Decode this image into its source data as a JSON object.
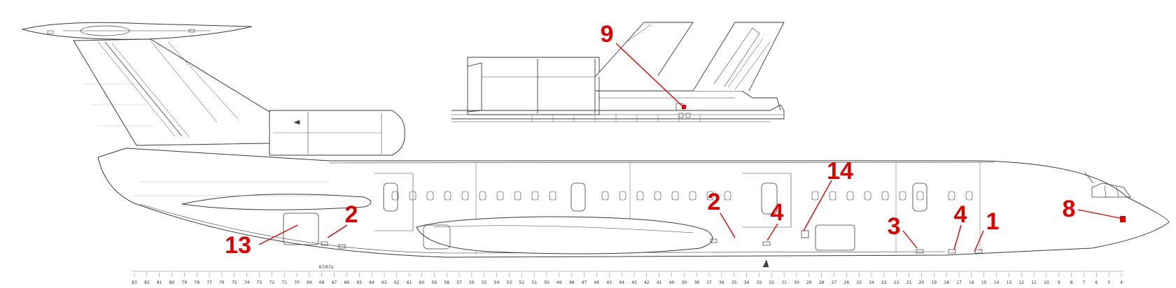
{
  "diagram": {
    "frame_labels": [
      "83",
      "82",
      "81",
      "80",
      "79",
      "78",
      "77",
      "76",
      "75",
      "74",
      "73",
      "72",
      "71",
      "70",
      "69",
      "68",
      "67",
      "66",
      "65",
      "64",
      "63",
      "62",
      "61",
      "60",
      "59",
      "58",
      "57",
      "56",
      "55",
      "54",
      "53",
      "52",
      "51",
      "50",
      "49",
      "48",
      "47",
      "46",
      "45",
      "44",
      "43",
      "42",
      "41",
      "40",
      "39",
      "38",
      "37",
      "36",
      "35",
      "34",
      "33",
      "32",
      "31",
      "30",
      "29",
      "28",
      "27",
      "26",
      "25",
      "24",
      "23",
      "22",
      "21",
      "20",
      "19",
      "18",
      "17",
      "16",
      "15",
      "14",
      "13",
      "12",
      "11",
      "10",
      "9",
      "8",
      "7",
      "6",
      "5",
      "4"
    ],
    "aux_label": "67/67a",
    "callouts": [
      {
        "id": "c1",
        "label": "1"
      },
      {
        "id": "c2a",
        "label": "2"
      },
      {
        "id": "c2b",
        "label": "2"
      },
      {
        "id": "c3",
        "label": "3"
      },
      {
        "id": "c4a",
        "label": "4"
      },
      {
        "id": "c4b",
        "label": "4"
      },
      {
        "id": "c8",
        "label": "8"
      },
      {
        "id": "c9",
        "label": "9"
      },
      {
        "id": "c13",
        "label": "13"
      },
      {
        "id": "c14",
        "label": "14"
      }
    ],
    "colors": {
      "line": "#3a3a3a",
      "callout": "#e00000",
      "grid": "#bdbdbd"
    }
  }
}
